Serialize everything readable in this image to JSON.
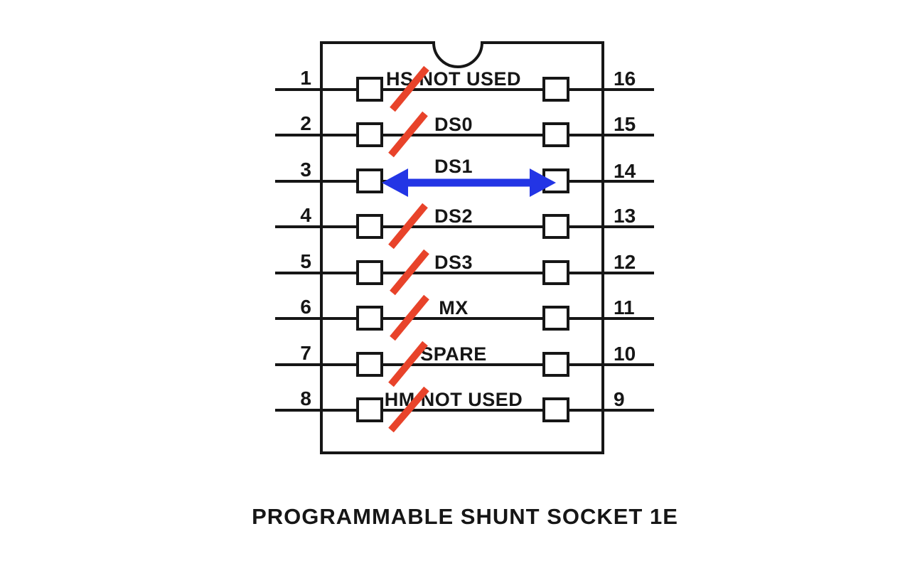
{
  "diagram": {
    "caption": "PROGRAMMABLE SHUNT SOCKET 1E",
    "rows": [
      {
        "left_pin": "1",
        "right_pin": "16",
        "label": "HS NOT USED",
        "mark": "slash"
      },
      {
        "left_pin": "2",
        "right_pin": "15",
        "label": "DS0",
        "mark": "slash"
      },
      {
        "left_pin": "3",
        "right_pin": "14",
        "label": "DS1",
        "mark": "double-arrow"
      },
      {
        "left_pin": "4",
        "right_pin": "13",
        "label": "DS2",
        "mark": "slash"
      },
      {
        "left_pin": "5",
        "right_pin": "12",
        "label": "DS3",
        "mark": "slash"
      },
      {
        "left_pin": "6",
        "right_pin": "11",
        "label": "MX",
        "mark": "slash"
      },
      {
        "left_pin": "7",
        "right_pin": "10",
        "label": "SPARE",
        "mark": "slash"
      },
      {
        "left_pin": "8",
        "right_pin": "9",
        "label": "HM NOT USED",
        "mark": "slash"
      }
    ]
  },
  "colors": {
    "ink": "#161616",
    "slash_red": "#e8432a",
    "arrow_blue": "#2335e5",
    "background": "#ffffff"
  }
}
